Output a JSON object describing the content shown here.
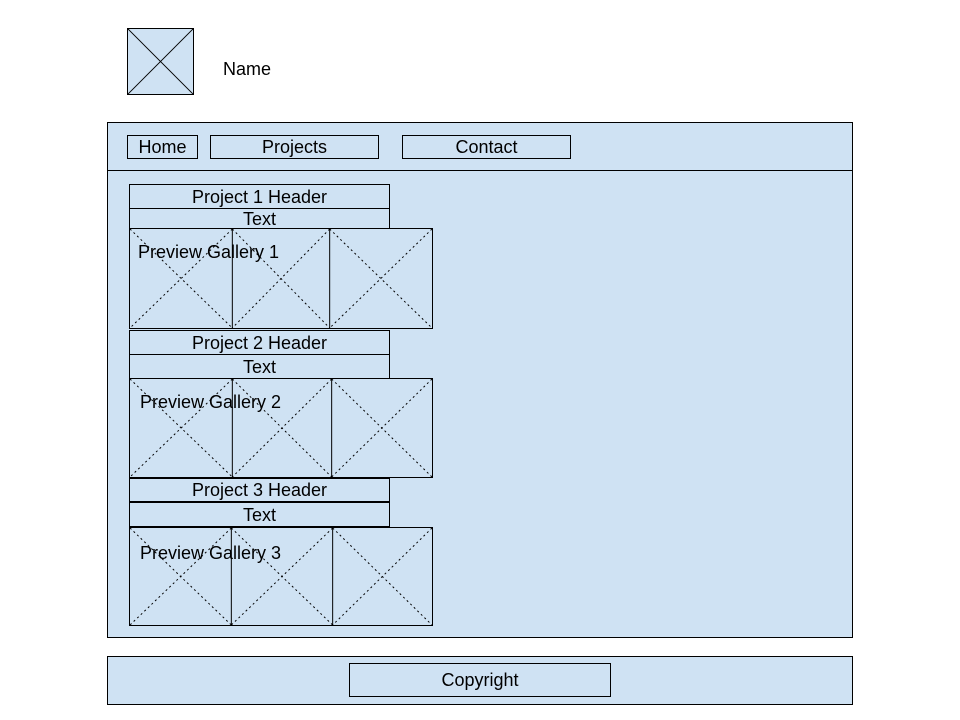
{
  "header": {
    "logo_icon": "image-placeholder-icon",
    "name": "Name"
  },
  "nav": {
    "home": "Home",
    "projects": "Projects",
    "contact": "Contact"
  },
  "projects": [
    {
      "header": "Project 1 Header",
      "text": "Text",
      "gallery_label": "Preview Gallery 1"
    },
    {
      "header": "Project 2 Header",
      "text": "Text",
      "gallery_label": "Preview Gallery 2"
    },
    {
      "header": "Project 3 Header",
      "text": "Text",
      "gallery_label": "Preview Gallery 3"
    }
  ],
  "footer": {
    "copyright": "Copyright"
  },
  "colors": {
    "panel_fill": "#cfe2f3",
    "stroke": "#000000"
  }
}
